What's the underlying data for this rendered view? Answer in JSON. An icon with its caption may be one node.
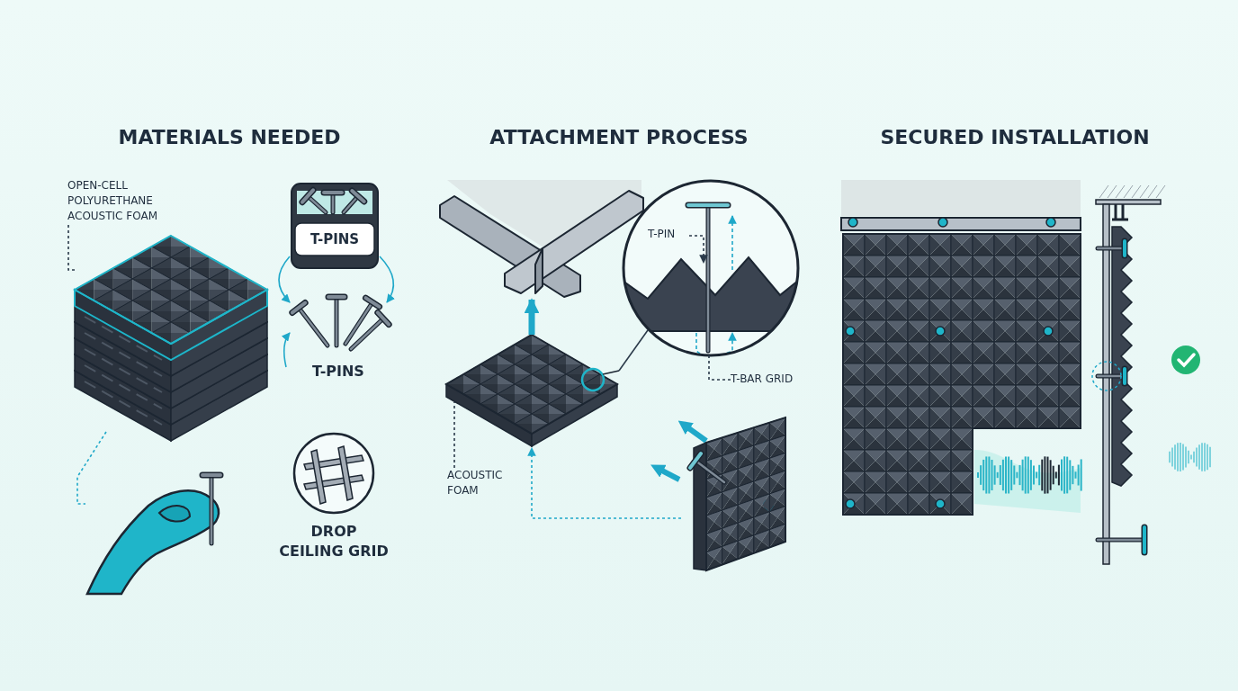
{
  "diagram": {
    "nodes": [
      {
        "text": [
          "OPEN-CELL POLYURETHANE ACOUSTIC FOAM"
        ]
      },
      {
        "text": [],
        "shape": "picture"
      },
      {
        "text": [
          "T-PINS"
        ]
      },
      {
        "text": [
          "T-PINS"
        ]
      },
      {
        "text": [
          "DROP CEILING GRID"
        ]
      },
      {
        "text": [],
        "shape": "picture"
      },
      {
        "text": [],
        "shape": "picture"
      },
      {
        "text": [],
        "shape": "picture"
      },
      {
        "text": [],
        "shape": "picture"
      },
      {
        "text": [
          "T-PIN"
        ],
        "in": 8
      },
      {
        "text": [
          "T-BAR GRID"
        ]
      },
      {
        "text": [
          "ACOUSTIC FOAM"
        ]
      },
      {
        "text": [],
        "shape": "picture"
      },
      {
        "text": [],
        "shape": "picture"
      },
      {
        "text": [],
        "shape": "picture"
      }
    ],
    "edges": [
      {
        "from": 0,
        "to": 1,
        "arrow": "none",
        "style": "dashed",
        "color": "#2b3a4a"
      },
      {
        "from": 2,
        "to": 3,
        "arrow": "to",
        "color": "#1fa8c9"
      },
      {
        "from": 2,
        "to": 3,
        "arrow": "to",
        "color": "#1fa8c9"
      },
      {
        "from": null,
        "to": 3,
        "arrow": "to",
        "color": "#1fa8c9"
      },
      {
        "from": 1,
        "to": 5,
        "arrow": "none",
        "style": "dashed",
        "color": "#1fa8c9"
      },
      {
        "from": 7,
        "to": 6,
        "arrow": "to",
        "style": "thick",
        "color": "#1fa8c9"
      },
      {
        "from": 7,
        "to": 8,
        "arrow": "none",
        "color": "#2b3a4a"
      },
      {
        "from": 9,
        "to": 8,
        "arrow": "to",
        "style": "dashed",
        "color": "#2b3a4a"
      },
      {
        "from": 10,
        "to": 8,
        "arrow": "none",
        "style": "dashed",
        "color": "#2b3a4a"
      },
      {
        "from": 11,
        "to": 7,
        "arrow": "none",
        "style": "dashed",
        "color": "#2b3a4a"
      },
      {
        "from": 12,
        "to": 7,
        "arrow": "to",
        "style": "dashed",
        "color": "#1fa8c9"
      }
    ],
    "labels": [
      "MATERIALS NEEDED",
      "ATTACHMENT PROCESS",
      "SECURED INSTALLATION"
    ]
  }
}
